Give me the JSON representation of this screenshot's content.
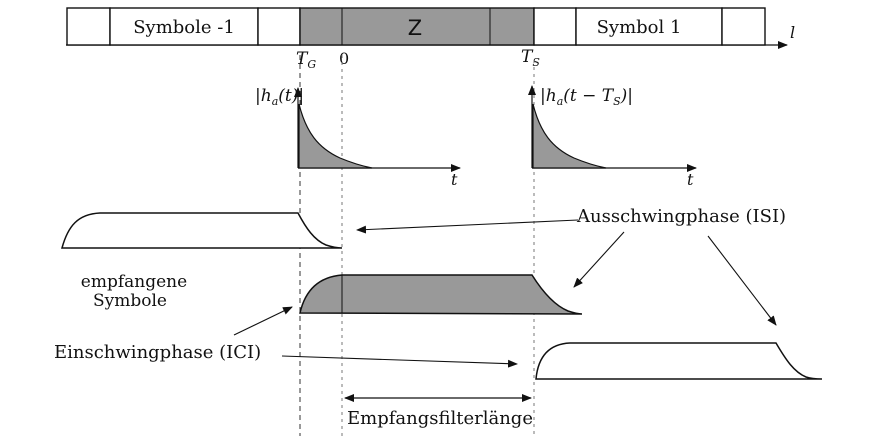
{
  "timeline": {
    "block_prev_label": "Symbole -1",
    "block_z_label": "Z",
    "block_next_label": "Symbol 1",
    "axis_label": "l",
    "tick_tg": "T",
    "tick_tg_sub": "G",
    "tick_zero": "0",
    "tick_ts": "T",
    "tick_ts_sub": "S"
  },
  "impulse_left": {
    "label_open": "|h",
    "label_sub": "a",
    "label_close": "(t)|",
    "axis_label": "t"
  },
  "impulse_right": {
    "label_open": "|h",
    "label_sub": "a",
    "label_close": "(t − T",
    "label_sub2": "S",
    "label_end": ")|",
    "axis_label": "t"
  },
  "annotations": {
    "ausschwing": "Ausschwingphase (ISI)",
    "empfangene_line1": "empfangene",
    "empfangene_line2": "Symbole",
    "einschwing": "Einschwingphase (ICI)",
    "filter_length": "Empfangsfilterlänge"
  },
  "colors": {
    "shade": "#999999",
    "line": "#111111"
  }
}
